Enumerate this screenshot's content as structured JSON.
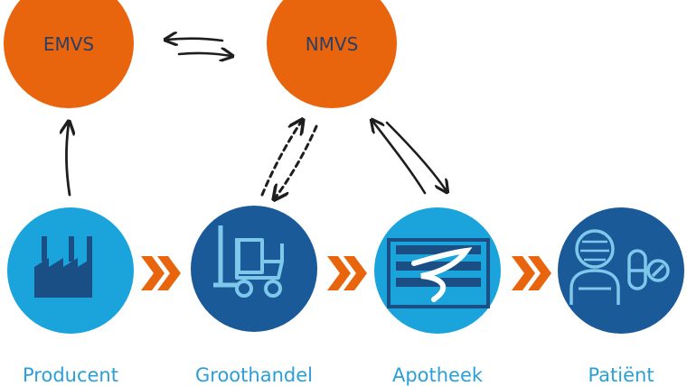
{
  "nodes": {
    "emvs": {
      "label": "EMVS",
      "color": "#e8650e"
    },
    "nmvs": {
      "label": "NMVS",
      "color": "#e8650e"
    }
  },
  "stages": [
    {
      "label": "Producent",
      "icon": "factory-icon",
      "color": "#1ba3dc"
    },
    {
      "label": "Groothandel",
      "icon": "forklift-icon",
      "color": "#1a5a98"
    },
    {
      "label": "Apotheek",
      "icon": "pharmacy-icon",
      "color": "#1ba3dc"
    },
    {
      "label": "Patiënt",
      "icon": "patient-icon",
      "color": "#1a5a98"
    }
  ],
  "colors": {
    "chevron": "#e8650e",
    "arrow": "#1e1e1e",
    "caption": "#2b9fd6"
  }
}
